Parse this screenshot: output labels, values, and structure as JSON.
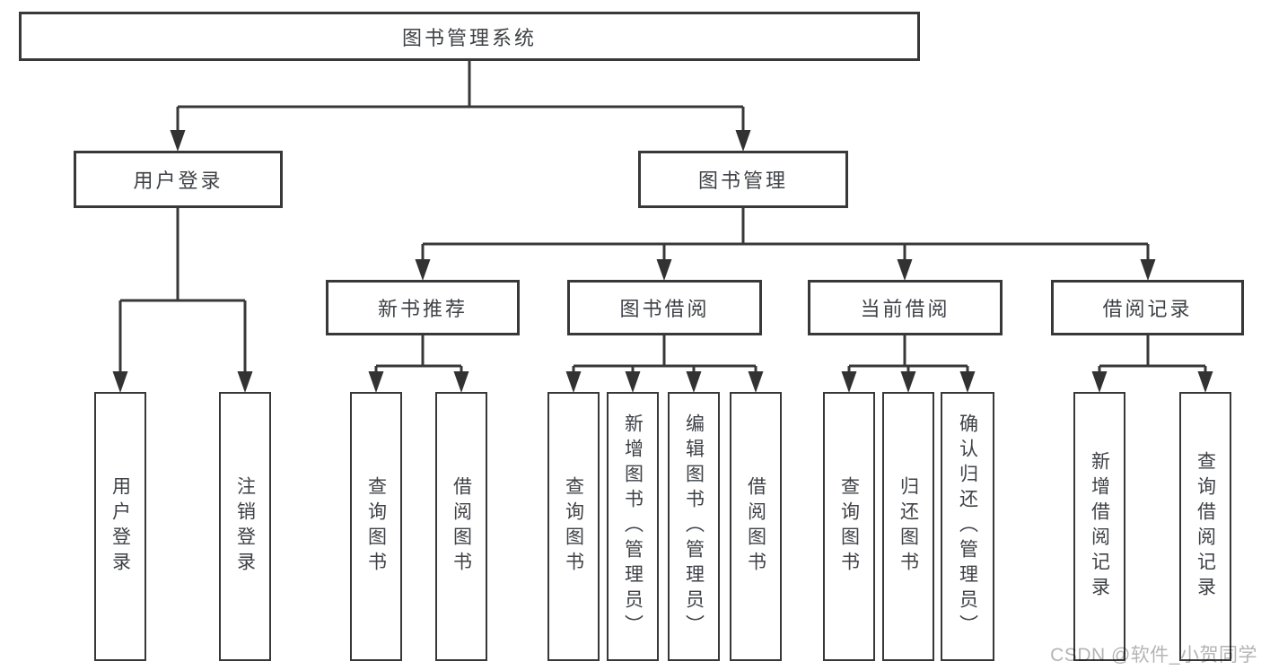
{
  "diagram_type": "functional-structure-tree",
  "watermark": "CSDN @软件_小贺同学",
  "colors": {
    "background": "#ffffff",
    "line": "#383838",
    "box_border": "#383838",
    "text": "#3e4146",
    "watermark": "#b4b4b4"
  },
  "tree": {
    "label": "图书管理系统",
    "children": [
      {
        "label": "用户登录",
        "children": [
          {
            "label": "用户登录"
          },
          {
            "label": "注销登录"
          }
        ]
      },
      {
        "label": "图书管理",
        "children": [
          {
            "label": "新书推荐",
            "children": [
              {
                "label": "查询图书"
              },
              {
                "label": "借阅图书"
              }
            ]
          },
          {
            "label": "图书借阅",
            "children": [
              {
                "label": "查询图书"
              },
              {
                "label": "新增图书（管理员）"
              },
              {
                "label": "编辑图书（管理员）"
              },
              {
                "label": "借阅图书"
              }
            ]
          },
          {
            "label": "当前借阅",
            "children": [
              {
                "label": "查询图书"
              },
              {
                "label": "归还图书"
              },
              {
                "label": "确认归还（管理员）"
              }
            ]
          },
          {
            "label": "借阅记录",
            "children": [
              {
                "label": "新增借阅记录"
              },
              {
                "label": "查询借阅记录"
              }
            ]
          }
        ]
      }
    ]
  }
}
